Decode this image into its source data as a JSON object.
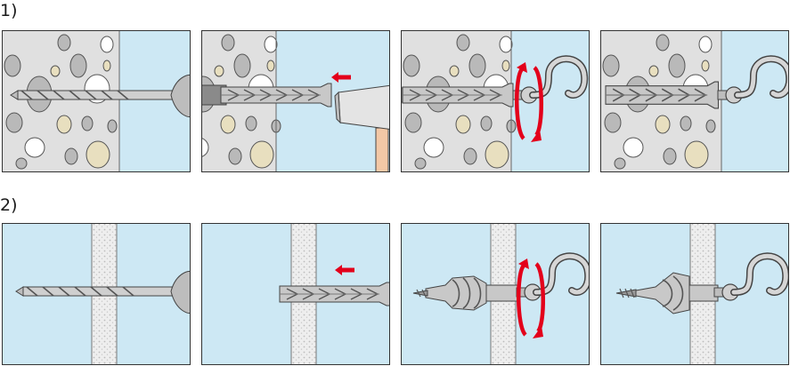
{
  "rows": [
    {
      "label": "1)",
      "material": "solid-stone",
      "steps": [
        {
          "action": "drill-hole",
          "icons": [
            "drill-bit-icon"
          ]
        },
        {
          "action": "hammer-in-plug",
          "icons": [
            "hammer-icon",
            "push-arrow-icon"
          ]
        },
        {
          "action": "screw-in-hook",
          "icons": [
            "hook-icon",
            "rotate-arrow-icon"
          ]
        },
        {
          "action": "fixed",
          "icons": [
            "hook-icon"
          ]
        }
      ]
    },
    {
      "label": "2)",
      "material": "hollow-board",
      "steps": [
        {
          "action": "drill-hole",
          "icons": [
            "drill-bit-icon"
          ]
        },
        {
          "action": "insert-plug",
          "icons": [
            "push-arrow-icon"
          ]
        },
        {
          "action": "screw-in-hook",
          "icons": [
            "hook-icon",
            "rotate-arrow-icon"
          ]
        },
        {
          "action": "fixed",
          "icons": [
            "hook-icon"
          ]
        }
      ]
    }
  ],
  "colors": {
    "sky": "#cde8f4",
    "stone": "#e0e0e0",
    "pebble": "#b9b9b9",
    "pebble_beige": "#e8dfbf",
    "board": "#eeeeee",
    "plug": "#c8c8c8",
    "metal": "#9a9a9a",
    "arrow": "#e3001b",
    "handle": "#f3c8a6",
    "outline": "#333333"
  }
}
